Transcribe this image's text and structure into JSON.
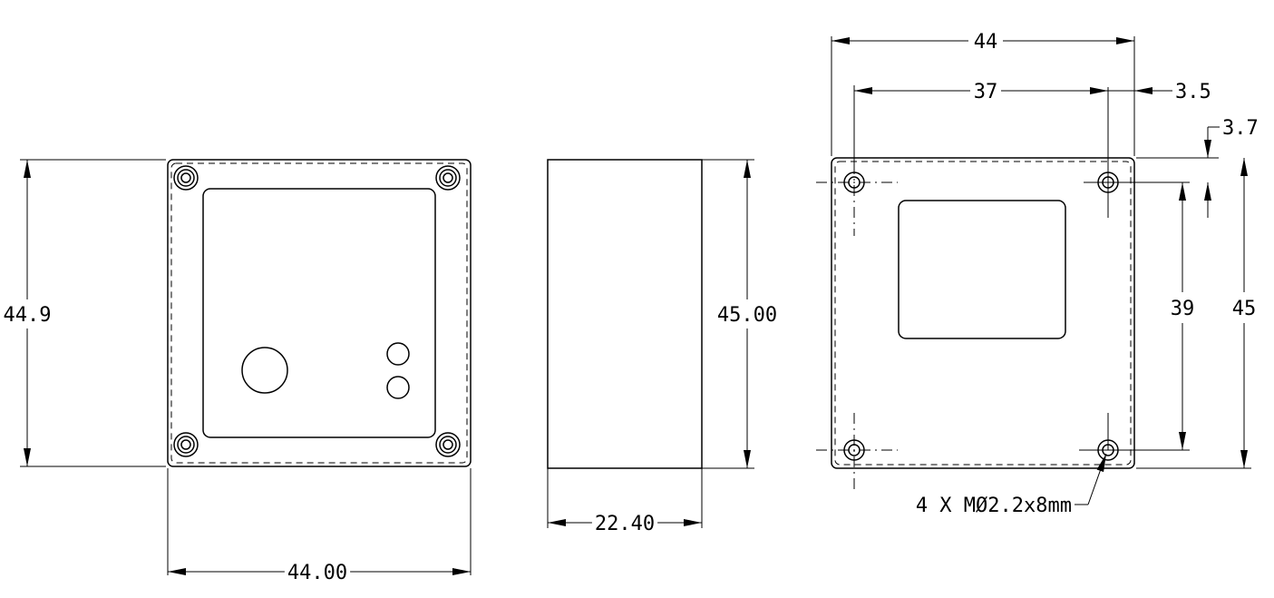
{
  "front_view": {
    "width_dim": "44.00",
    "height_dim": "44.9"
  },
  "side_view": {
    "depth_dim": "22.40",
    "height_dim": "45.00"
  },
  "back_view": {
    "overall_width_dim": "44",
    "hole_spacing_x_dim": "37",
    "edge_offset_x_dim": "3.5",
    "edge_offset_y_dim": "3.7",
    "hole_spacing_y_dim": "39",
    "overall_height_dim": "45",
    "hole_note": "4 X MØ2.2x8mm"
  }
}
